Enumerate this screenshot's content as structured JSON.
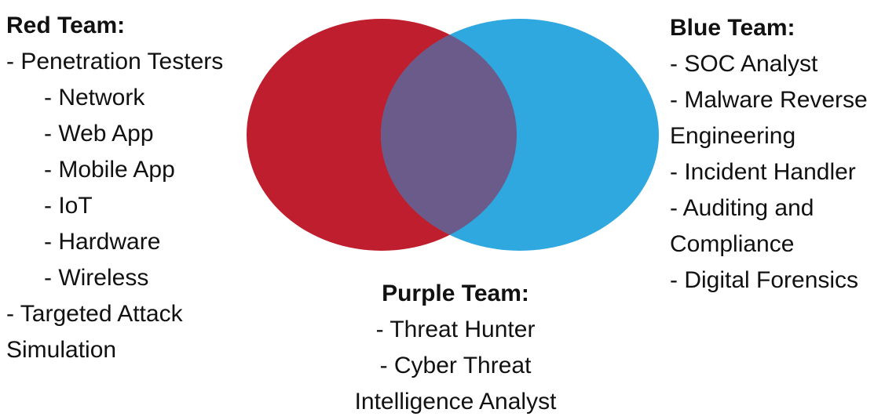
{
  "venn": {
    "colors": {
      "red": "#BE1E2D",
      "blue": "#2FA8E0",
      "overlap": "#6B5B8B"
    }
  },
  "red_team": {
    "title": "Red Team:",
    "items": [
      "- Penetration Testers",
      "- Network",
      "- Web App",
      "- Mobile App",
      "- IoT",
      "- Hardware",
      "- Wireless",
      "- Targeted Attack",
      "Simulation"
    ]
  },
  "blue_team": {
    "title": "Blue Team:",
    "items": [
      "- SOC Analyst",
      "- Malware Reverse",
      "Engineering",
      "- Incident Handler",
      "- Auditing and",
      "Compliance",
      "- Digital Forensics"
    ]
  },
  "purple_team": {
    "title": "Purple Team:",
    "items": [
      "- Threat Hunter",
      "- Cyber Threat",
      "Intelligence Analyst"
    ]
  }
}
